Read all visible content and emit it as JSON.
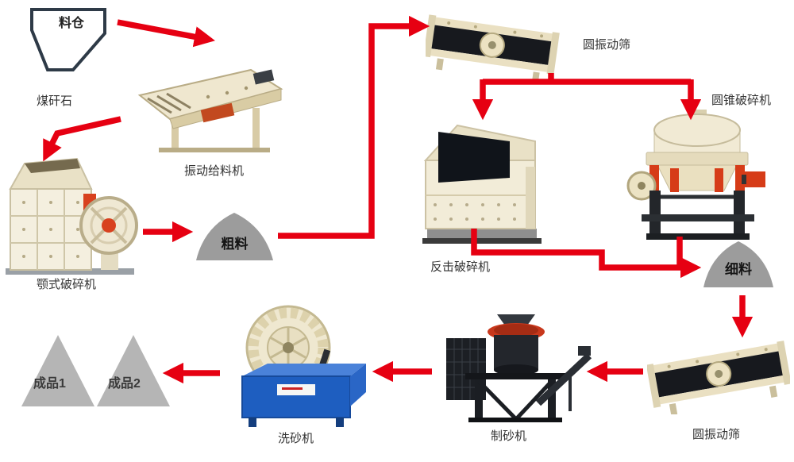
{
  "diagram": {
    "type": "process-flow",
    "nodes": {
      "silo": {
        "label": "料仓"
      },
      "material": {
        "label": "煤矸石"
      },
      "feeder": {
        "label": "振动给料机"
      },
      "jaw_crusher": {
        "label": "颚式破碎机"
      },
      "coarse_pile": {
        "label": "粗料"
      },
      "screen_top": {
        "label": "圆振动筛"
      },
      "cone_crusher": {
        "label": "圆锥破碎机"
      },
      "impact_crusher": {
        "label": "反击破碎机"
      },
      "fine_pile": {
        "label": "细料"
      },
      "screen_bottom": {
        "label": "圆振动筛"
      },
      "sand_maker": {
        "label": "制砂机"
      },
      "sand_washer": {
        "label": "洗砂机"
      },
      "product_1": {
        "label": "成品1"
      },
      "product_2": {
        "label": "成品2"
      }
    },
    "colors": {
      "arrow_red": "#e60012",
      "pile_gray": "#9c9c9c",
      "product_triangle_gray": "#b5b5b5",
      "machine_cream": "#f1ead6",
      "washer_blue": "#1e5ec0",
      "silo_outline": "#2e3a47",
      "label_text": "#333333"
    }
  }
}
